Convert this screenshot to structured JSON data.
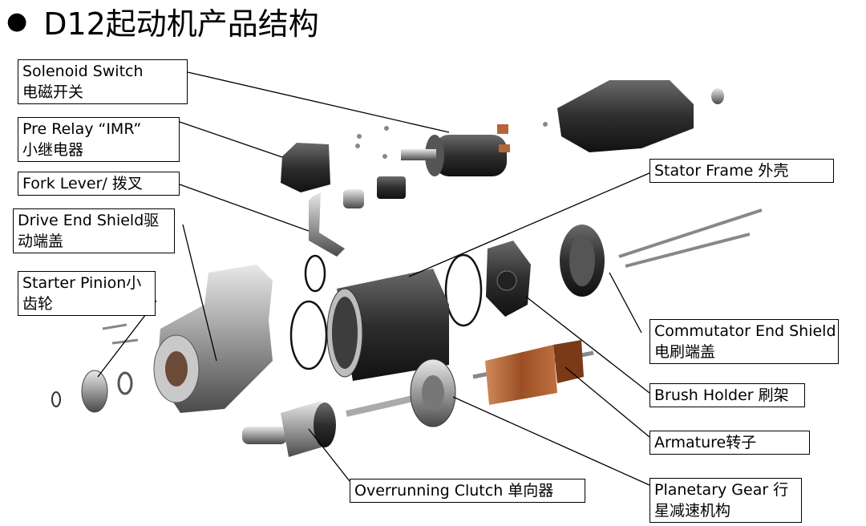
{
  "title": "D12起动机产品结构",
  "labels": {
    "solenoid": [
      "Solenoid Switch",
      "电磁开关"
    ],
    "prerelay": [
      "Pre Relay “IMR”",
      "小继电器"
    ],
    "fork": [
      "Fork Lever/ 拨叉"
    ],
    "driveend": [
      "Drive End Shield驱",
      "动端盖"
    ],
    "pinion": [
      "Starter Pinion小",
      "齿轮"
    ],
    "stator": [
      "Stator Frame 外壳"
    ],
    "commutator": [
      "Commutator End Shield",
      "电刷端盖"
    ],
    "brush": [
      "Brush Holder 刷架"
    ],
    "armature": [
      "Armature转子"
    ],
    "clutch": [
      "Overrunning Clutch 单向器"
    ],
    "planetary": [
      "Planetary Gear 行",
      "星减速机构"
    ]
  }
}
